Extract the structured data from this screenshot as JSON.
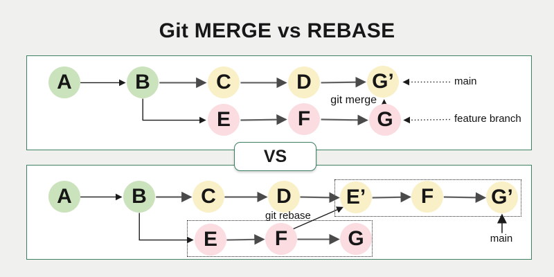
{
  "title": "Git MERGE vs REBASE",
  "vs_label": "VS",
  "colors": {
    "background": "#f0f0ee",
    "panel_background": "#ffffff",
    "panel_border_green": "#3d8163",
    "node_green": "#cbe3bd",
    "node_yellow": "#faf0c7",
    "node_pink": "#fbdce1",
    "arrow_gray": "#5f5f5f",
    "arrow_black": "#1c1c1c"
  },
  "merge_panel": {
    "nodes": {
      "a": "A",
      "b": "B",
      "c": "C",
      "d": "D",
      "g_prime": "G’",
      "e": "E",
      "f": "F",
      "g": "G"
    },
    "action_label": "git merge",
    "branch_labels": {
      "main": "main",
      "feature": "feature branch"
    }
  },
  "rebase_panel": {
    "nodes": {
      "a": "A",
      "b": "B",
      "c": "C",
      "d": "D",
      "e_prime": "E’",
      "f_rebased": "F",
      "g_prime": "G’",
      "e": "E",
      "f": "F",
      "g": "G"
    },
    "action_label": "git rebase",
    "branch_labels": {
      "main": "main"
    }
  }
}
